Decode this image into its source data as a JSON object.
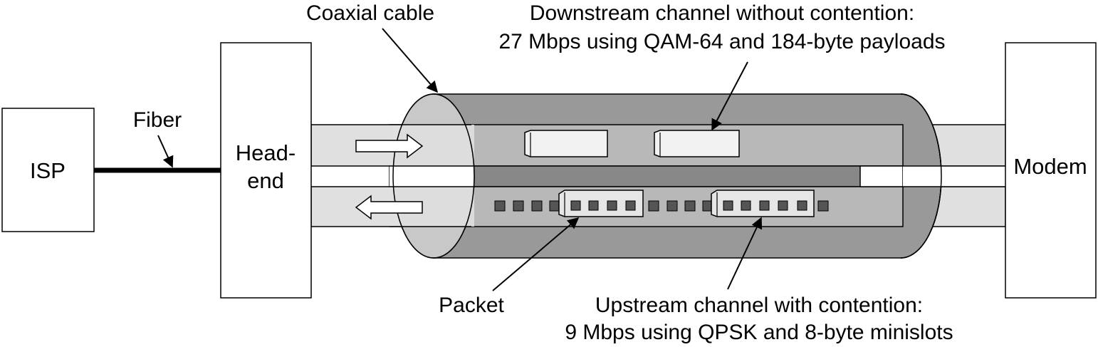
{
  "labels": {
    "isp": "ISP",
    "fiber": "Fiber",
    "headend_line1": "Head-",
    "headend_line2": "end",
    "modem": "Modem",
    "coaxial_cable": "Coaxial cable",
    "downstream_line1": "Downstream channel without contention:",
    "downstream_line2": "27 Mbps using QAM-64 and 184-byte payloads",
    "packet": "Packet",
    "upstream_line1": "Upstream channel with contention:",
    "upstream_line2": "9 Mbps using QPSK and 8-byte minislots"
  },
  "colors": {
    "cylinder_body": "#999999",
    "cylinder_end": "#c8c8c8",
    "channel_band": "#e0e0e0",
    "inner_band": "#888888",
    "slot": "#555555",
    "packet_fill": "#e6e6e6"
  }
}
